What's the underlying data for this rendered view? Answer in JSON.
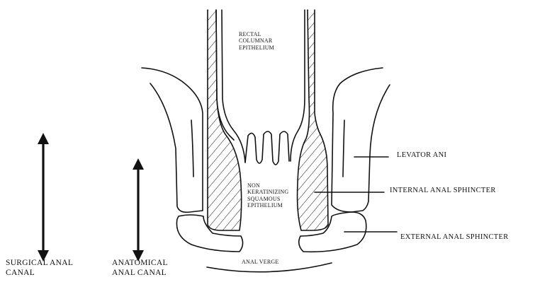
{
  "labels": {
    "rectal_epithelium": [
      "RECTAL",
      "COLUMNAR",
      "EPITHELIUM"
    ],
    "squamous_epithelium": [
      "NON",
      "KERATINIZING",
      "SQUAMOUS",
      "EPITHELIUM"
    ],
    "levator_ani": "LEVATOR ANI",
    "internal_sphincter": "INTERNAL ANAL SPHINCTER",
    "external_sphincter": "EXTERNAL ANAL SPHINCTER",
    "anal_verge": "ANAL VERGE",
    "surgical_canal": [
      "SURGICAL ANAL",
      "CANAL"
    ],
    "anatomical_canal": [
      "ANATOMICAL",
      "ANAL CANAL"
    ]
  },
  "colors": {
    "ink": "#111111",
    "background": "#ffffff"
  }
}
